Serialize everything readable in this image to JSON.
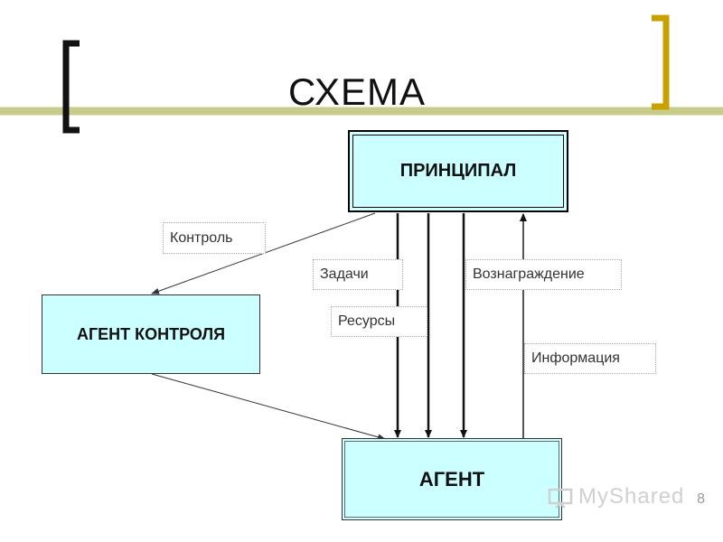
{
  "title": "СХЕМА",
  "boxes": {
    "principal": "ПРИНЦИПАЛ",
    "control_agent": "АГЕНТ КОНТРОЛЯ",
    "agent": "АГЕНТ"
  },
  "labels": {
    "control": "Контроль",
    "tasks": "Задачи",
    "reward": "Вознаграждение",
    "resources": "Ресурсы",
    "information": "Информация"
  },
  "watermark": {
    "text": "MyShared",
    "page_number": "8"
  },
  "colors": {
    "box_fill": "#ccffff",
    "bracket_left": "#111111",
    "bracket_right": "#c8a000",
    "title_rule": "#c8cc8a"
  }
}
